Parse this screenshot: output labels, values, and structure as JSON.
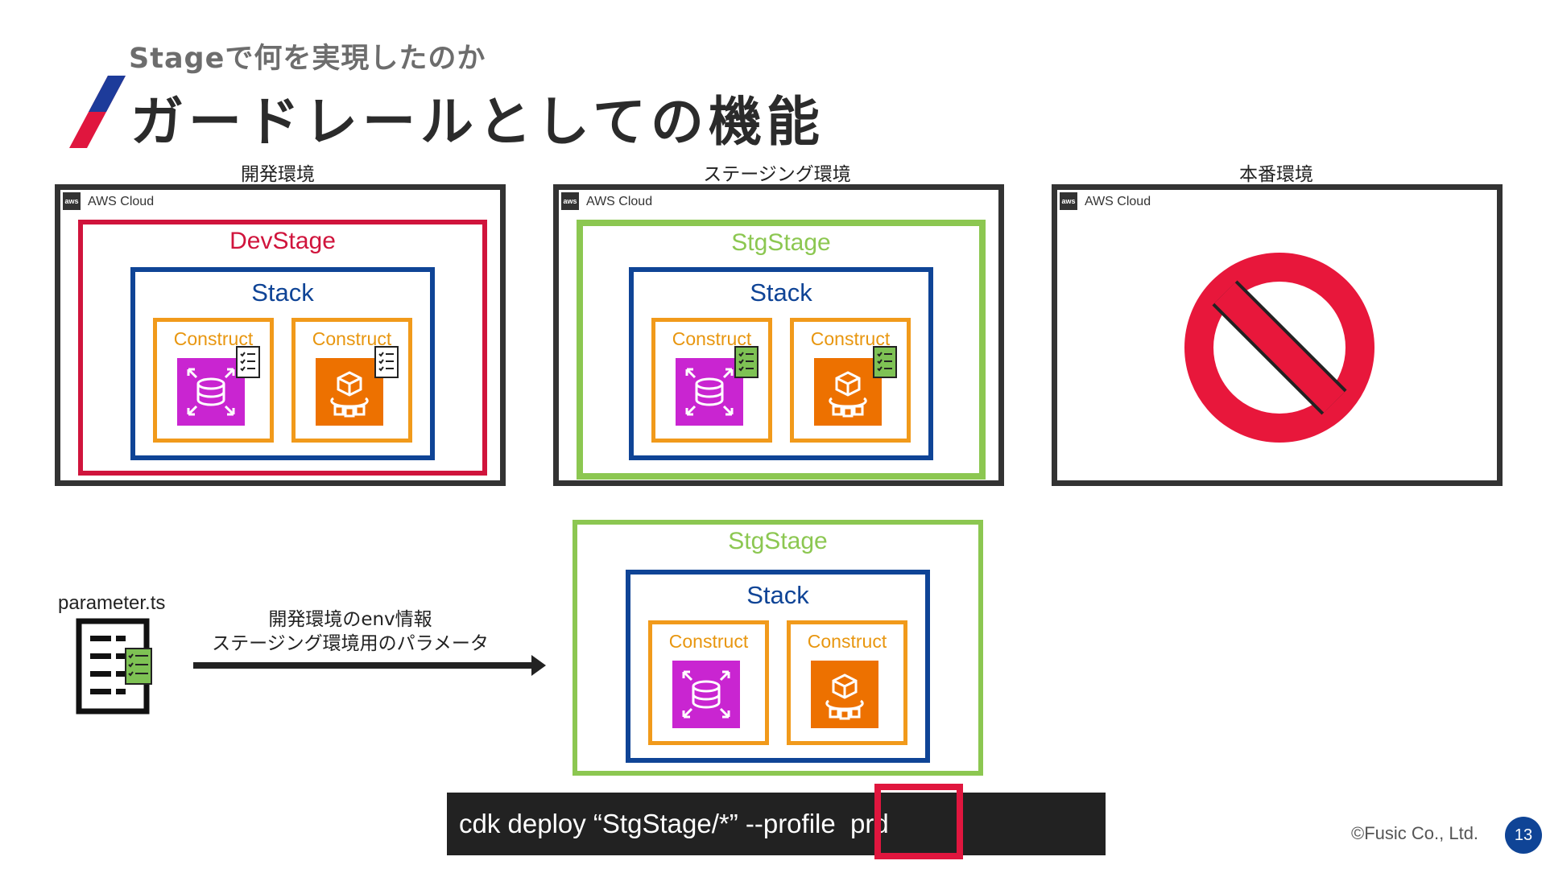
{
  "header": {
    "subtitle": "Stageで何を実現したのか",
    "title": "ガードレールとしての機能"
  },
  "environments": [
    {
      "label": "開発環境",
      "cloud_label": "AWS Cloud",
      "stage": "DevStage",
      "stack": "Stack",
      "constructs": [
        "Construct",
        "Construct"
      ]
    },
    {
      "label": "ステージング環境",
      "cloud_label": "AWS Cloud",
      "stage": "StgStage",
      "stack": "Stack",
      "constructs": [
        "Construct",
        "Construct"
      ]
    },
    {
      "label": "本番環境",
      "cloud_label": "AWS Cloud"
    }
  ],
  "aws_badge": "aws",
  "bottom": {
    "stage": "StgStage",
    "stack": "Stack",
    "constructs": [
      "Construct",
      "Construct"
    ],
    "param_file": "parameter.ts",
    "arrow_line1": "開発環境のenv情報",
    "arrow_line2": "ステージング環境用のパラメータ"
  },
  "command": {
    "text": "cdk deploy “StgStage/*” --profile  prd"
  },
  "footer": {
    "copyright": "©Fusic Co., Ltd.",
    "page": "13"
  },
  "colors": {
    "dev_stage": "#d0143c",
    "stg_stage": "#8cc751",
    "stack": "#0f4496",
    "construct": "#f19a1b",
    "prohibited": "#e8173b",
    "highlight": "#e0163e"
  },
  "icons": [
    "database-icon",
    "compute-icon",
    "checklist-icon",
    "prohibited-icon",
    "parameter-file-icon",
    "arrow-right-icon"
  ]
}
